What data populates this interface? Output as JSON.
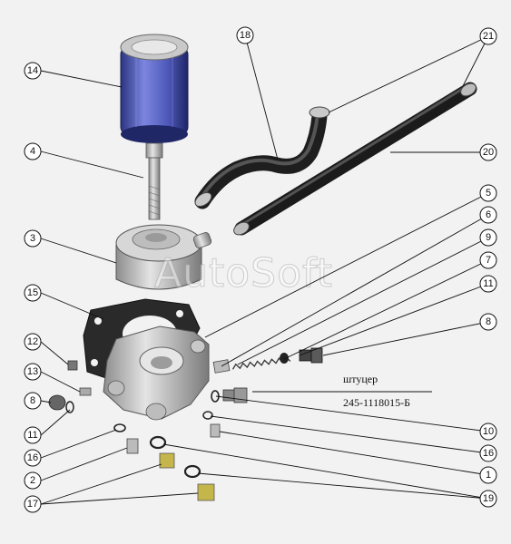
{
  "diagram": {
    "watermark": "AutoSoft",
    "note_line1": "штуцер",
    "note_line2": "245-1118015-Б",
    "callouts": [
      "14",
      "4",
      "3",
      "15",
      "12",
      "13",
      "8",
      "11",
      "16",
      "2",
      "17",
      "18",
      "21",
      "20",
      "5",
      "6",
      "9",
      "7",
      "11",
      "8",
      "10",
      "16",
      "1",
      "19"
    ]
  },
  "colors": {
    "filter_blue": "#5560c0",
    "hose_dark": "#3a3a3a",
    "metal": "#c8c8c8",
    "gasket": "#2a2a2a"
  }
}
